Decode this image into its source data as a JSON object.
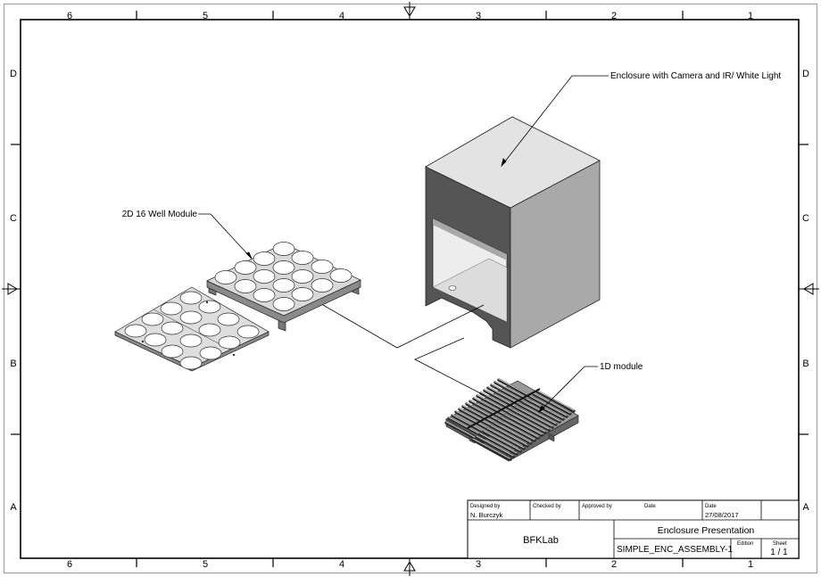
{
  "zones": {
    "columns": [
      "6",
      "5",
      "4",
      "3",
      "2",
      "1"
    ],
    "rows": [
      "D",
      "C",
      "B",
      "A"
    ]
  },
  "callouts": {
    "enclosure": "Enclosure with Camera and IR/ White Light",
    "well_module": "2D 16 Well Module",
    "one_d_module": "1D module"
  },
  "title_block": {
    "designed_by_label": "Designed by",
    "designed_by": "N. Burczyk",
    "checked_by_label": "Checked by",
    "approved_by_label": "Approved by",
    "date_label_1": "Date",
    "date_label_2": "Date",
    "date": "27/08/2017",
    "company": "BFKLab",
    "title": "Enclosure  Presentation",
    "drawing_number": "SIMPLE_ENC_ASSEMBLY-1",
    "edition_label": "Edition",
    "sheet_label": "Sheet",
    "sheet": "1 / 1"
  }
}
